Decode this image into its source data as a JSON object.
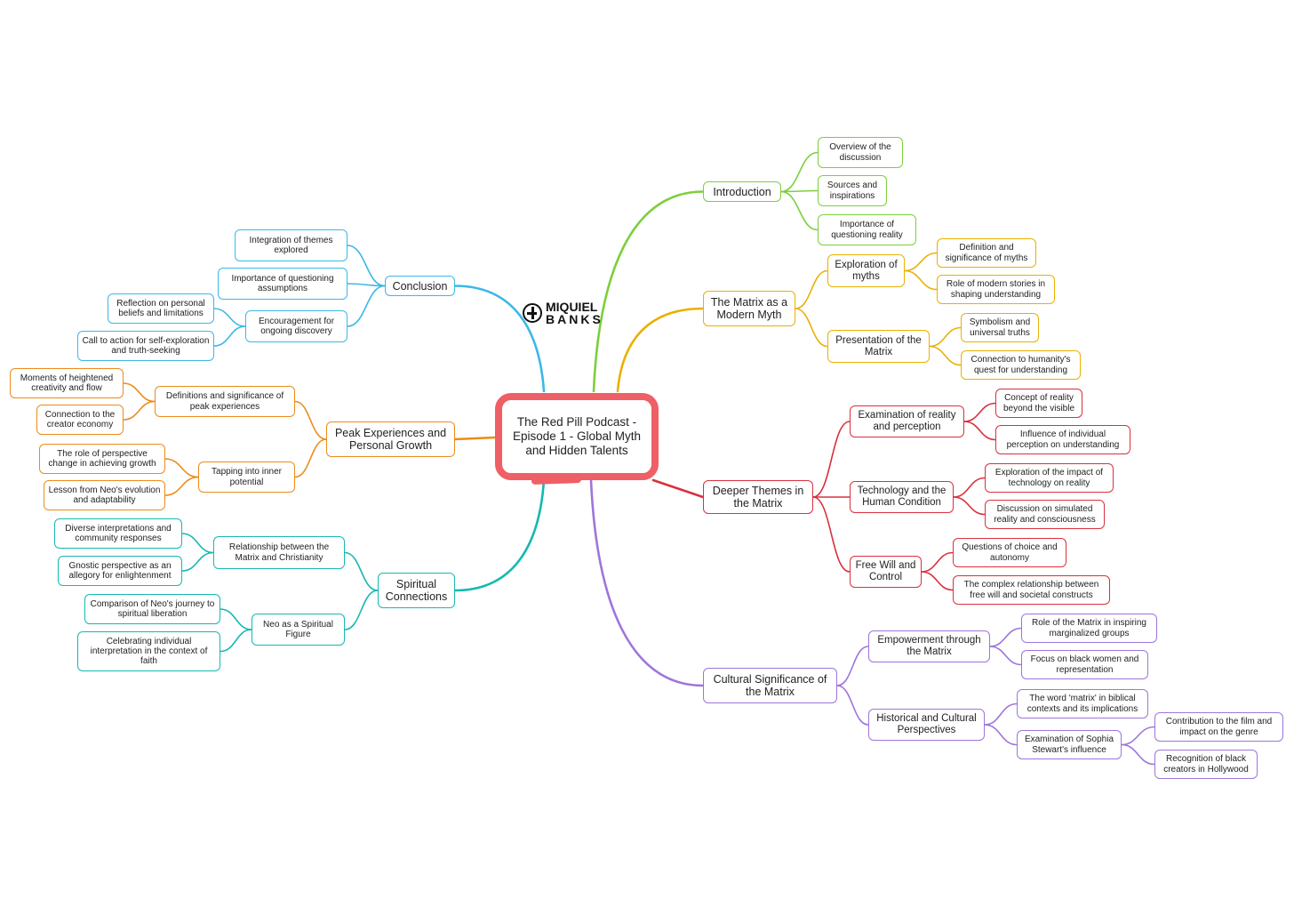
{
  "logo": {
    "line1": "MIQUIEL",
    "line2": "BANKS",
    "icon": "mb-logo-mark"
  },
  "root": "The Red Pill Podcast - Episode 1 - Global Myth and Hidden Talents",
  "colors": {
    "root": "#ee5f66",
    "introduction": "#7ccf3c",
    "myth": "#eab000",
    "deeper": "#d9303d",
    "cultural": "#9e75da",
    "conclusion": "#3bb8e8",
    "peak": "#ec8b1a",
    "spiritual": "#16b8b0"
  },
  "branches": {
    "introduction": {
      "label": "Introduction",
      "children": [
        {
          "label": "Overview of the discussion"
        },
        {
          "label": "Sources and inspirations"
        },
        {
          "label": "Importance of questioning reality"
        }
      ]
    },
    "myth": {
      "label": "The Matrix as a Modern Myth",
      "children": [
        {
          "label": "Exploration of myths",
          "children": [
            {
              "label": "Definition and significance of myths"
            },
            {
              "label": "Role of modern stories in shaping understanding"
            }
          ]
        },
        {
          "label": "Presentation of the Matrix",
          "children": [
            {
              "label": "Symbolism and universal truths"
            },
            {
              "label": "Connection to humanity's quest for understanding"
            }
          ]
        }
      ]
    },
    "deeper": {
      "label": "Deeper Themes in the Matrix",
      "children": [
        {
          "label": "Examination of reality and perception",
          "children": [
            {
              "label": "Concept of reality beyond the visible"
            },
            {
              "label": "Influence of individual perception on understanding"
            }
          ]
        },
        {
          "label": "Technology and the Human Condition",
          "children": [
            {
              "label": "Exploration of the impact of technology on reality"
            },
            {
              "label": "Discussion on simulated reality and consciousness"
            }
          ]
        },
        {
          "label": "Free Will and Control",
          "children": [
            {
              "label": "Questions of choice and autonomy"
            },
            {
              "label": "The complex relationship between free will and societal constructs"
            }
          ]
        }
      ]
    },
    "cultural": {
      "label": "Cultural Significance of the Matrix",
      "children": [
        {
          "label": "Empowerment through the Matrix",
          "children": [
            {
              "label": "Role of the Matrix in inspiring marginalized groups"
            },
            {
              "label": "Focus on black women and representation"
            }
          ]
        },
        {
          "label": "Historical and Cultural Perspectives",
          "children": [
            {
              "label": "The word 'matrix' in biblical contexts and its implications"
            },
            {
              "label": "Examination of Sophia Stewart's influence",
              "children": [
                {
                  "label": "Contribution to the film and impact on the genre"
                },
                {
                  "label": "Recognition of black creators in Hollywood"
                }
              ]
            }
          ]
        }
      ]
    },
    "conclusion": {
      "label": "Conclusion",
      "children": [
        {
          "label": "Integration of themes explored"
        },
        {
          "label": "Importance of questioning assumptions"
        },
        {
          "label": "Encouragement for ongoing discovery",
          "children": [
            {
              "label": "Reflection on personal beliefs and limitations"
            },
            {
              "label": "Call to action for self-exploration and truth-seeking"
            }
          ]
        }
      ]
    },
    "peak": {
      "label": "Peak Experiences and Personal Growth",
      "children": [
        {
          "label": "Definitions and significance of peak experiences",
          "children": [
            {
              "label": "Moments of heightened creativity and flow"
            },
            {
              "label": "Connection to the creator economy"
            }
          ]
        },
        {
          "label": "Tapping into inner potential",
          "children": [
            {
              "label": "The role of perspective change in achieving growth"
            },
            {
              "label": "Lesson from Neo's evolution and adaptability"
            }
          ]
        }
      ]
    },
    "spiritual": {
      "label": "Spiritual Connections",
      "children": [
        {
          "label": "Relationship between the Matrix and Christianity",
          "children": [
            {
              "label": "Diverse interpretations and community responses"
            },
            {
              "label": "Gnostic perspective as an allegory for enlightenment"
            }
          ]
        },
        {
          "label": "Neo as a Spiritual Figure",
          "children": [
            {
              "label": "Comparison of Neo's journey to spiritual liberation"
            },
            {
              "label": "Celebrating individual interpretation in the context of faith"
            }
          ]
        }
      ]
    }
  }
}
